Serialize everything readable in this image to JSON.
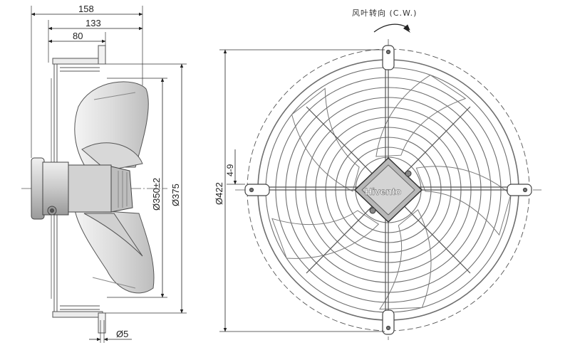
{
  "side_view": {
    "dims": {
      "d158": "158",
      "d133": "133",
      "d80": "80",
      "d350": "Ø350±2",
      "d375": "Ø375",
      "d5": "Ø5"
    }
  },
  "front_view": {
    "rotation_label": "风叶转向 (C.W.)",
    "brand": "Hivento",
    "dims": {
      "d422": "Ø422",
      "d4_9": "4-9"
    }
  },
  "colors": {
    "line": "#333333",
    "grille": "#6e6e6e",
    "blade": "#e6e6e6",
    "motor": "#cfcfcf",
    "accent": "#222222"
  }
}
